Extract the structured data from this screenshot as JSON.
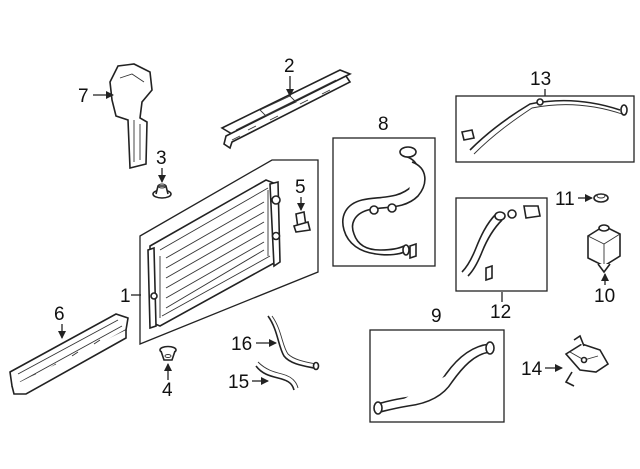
{
  "diagram": {
    "callouts": [
      {
        "id": "c1",
        "text": "1"
      },
      {
        "id": "c2",
        "text": "2"
      },
      {
        "id": "c3",
        "text": "3"
      },
      {
        "id": "c4",
        "text": "4"
      },
      {
        "id": "c5",
        "text": "5"
      },
      {
        "id": "c6",
        "text": "6"
      },
      {
        "id": "c7",
        "text": "7"
      },
      {
        "id": "c8",
        "text": "8"
      },
      {
        "id": "c9",
        "text": "9"
      },
      {
        "id": "c10",
        "text": "10"
      },
      {
        "id": "c11",
        "text": "11"
      },
      {
        "id": "c12",
        "text": "12"
      },
      {
        "id": "c13",
        "text": "13"
      },
      {
        "id": "c14",
        "text": "14"
      },
      {
        "id": "c15",
        "text": "15"
      },
      {
        "id": "c16",
        "text": "16"
      }
    ]
  }
}
